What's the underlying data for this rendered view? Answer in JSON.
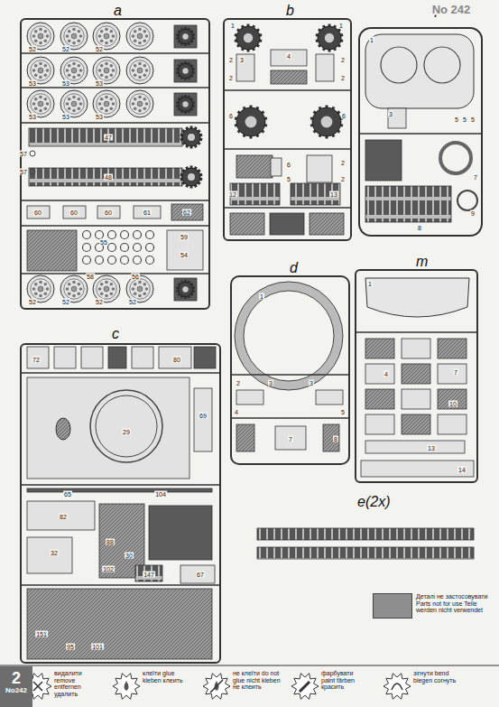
{
  "diagram": {
    "nodes": [
      {
        "text": [
          "a"
        ]
      },
      {
        "text": [
          "b"
        ]
      },
      {
        "text": [
          "f"
        ]
      },
      {
        "text": [
          "c"
        ]
      },
      {
        "text": [
          "d"
        ]
      },
      {
        "text": [
          "m"
        ]
      },
      {
        "text": [
          "e(2x)"
        ]
      },
      {
        "text": [
          "2",
          "No242"
        ]
      }
    ],
    "labels": [
      "No 242",
      "52",
      "52",
      "52",
      "53",
      "53",
      "53",
      "53",
      "53",
      "53",
      "47",
      "57",
      "57",
      "48",
      "60",
      "60",
      "60",
      "61",
      "62",
      "55",
      "59",
      "54",
      "56",
      "58",
      "52",
      "52",
      "52",
      "52",
      "1",
      "1",
      "2",
      "3",
      "4",
      "2",
      "2",
      "2",
      "6",
      "6",
      "6",
      "5",
      "2",
      "2",
      "12",
      "13",
      "1",
      "3",
      "5",
      "5",
      "5",
      "7",
      "8",
      "9",
      "72",
      "80",
      "29",
      "69",
      "65",
      "104",
      "82",
      "32",
      "88",
      "30",
      "102",
      "147",
      "67",
      "151",
      "95",
      "101",
      "1",
      "2",
      "3",
      "3",
      "4",
      "5",
      "7",
      "8",
      "1",
      "4",
      "7",
      "10",
      "13",
      "14"
    ],
    "legend": [
      {
        "text": "Деталі не застосовувати Parts not for use Teile werden nicht verwendet",
        "color": "#8e8e8e"
      },
      {
        "text": "видалити remove entfernen удалить"
      },
      {
        "text": "клеїти glue kleben клеить"
      },
      {
        "text": "не клеїти do not glue nicht kleben не клеить"
      },
      {
        "text": "фарбувати paint färben красить"
      },
      {
        "text": "зігнути bend biegen согнуть"
      }
    ]
  }
}
